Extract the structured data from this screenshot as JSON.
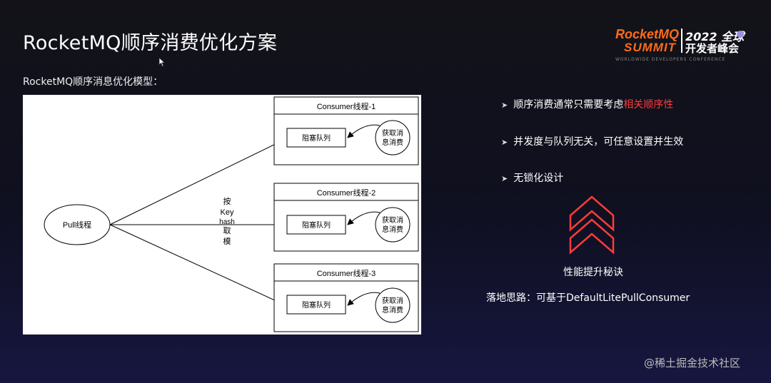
{
  "slide": {
    "title": "RocketMQ顺序消费优化方案",
    "subtitle": "RocketMQ顺序消息优化模型：",
    "watermark": "@稀土掘金技术社区"
  },
  "logo": {
    "brand_line1": "RocketMQ",
    "brand_line2": "SUMMIT",
    "event_line1": "2022 全球",
    "event_line2": "开发者峰会",
    "tagline": "WORLDWIDE DEVELOPERS CONFERENCE",
    "brand_color": "#ff6b1a"
  },
  "diagram": {
    "pull_node": "Pull线程",
    "route_label": [
      "按",
      "Key",
      "hash",
      "取",
      "模"
    ],
    "consumers": [
      {
        "title": "Consumer线程-1",
        "queue": "阻塞队列",
        "fetch": [
          "获取消",
          "息消费"
        ]
      },
      {
        "title": "Consumer线程-2",
        "queue": "阻塞队列",
        "fetch": [
          "获取消",
          "息消费"
        ]
      },
      {
        "title": "Consumer线程-3",
        "queue": "阻塞队列",
        "fetch": [
          "获取消",
          "息消费"
        ]
      }
    ]
  },
  "bullets": [
    {
      "text": "顺序消费通常只需要考虑",
      "highlight": "相关顺序性"
    },
    {
      "text": "并发度与队列无关，可任意设置并生效",
      "highlight": ""
    },
    {
      "text": "无锁化设计",
      "highlight": ""
    }
  ],
  "highlight_color": "#ff3b3b",
  "chevron_icon": "double-chevron-up-icon",
  "secret_label": "性能提升秘诀",
  "idea": "落地思路：可基于DefaultLitePullConsumer"
}
